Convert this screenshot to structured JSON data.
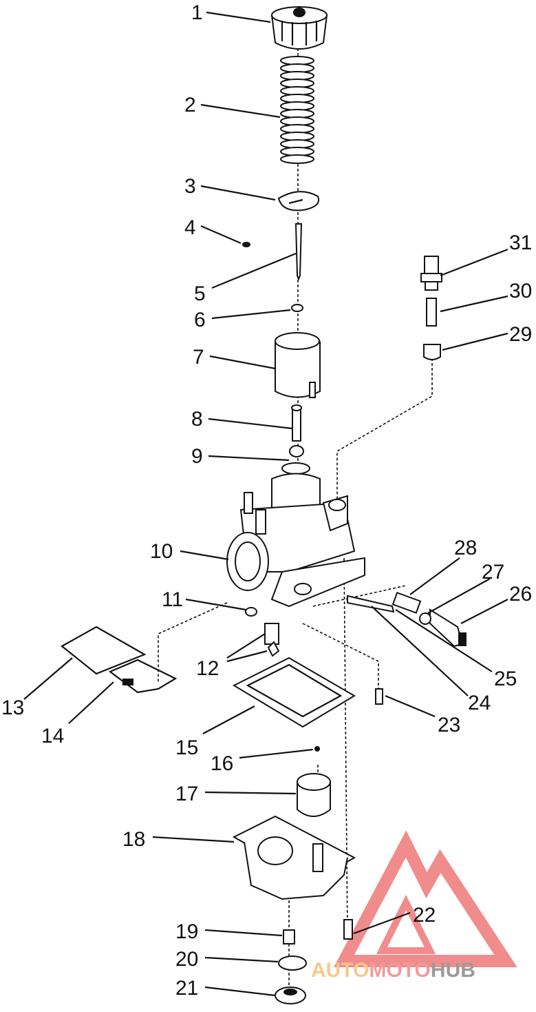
{
  "diagram": {
    "callouts": [
      "1",
      "2",
      "3",
      "4",
      "5",
      "6",
      "7",
      "8",
      "9",
      "10",
      "11",
      "12",
      "13",
      "14",
      "15",
      "16",
      "17",
      "18",
      "19",
      "20",
      "21",
      "22",
      "23",
      "24",
      "25",
      "26",
      "27",
      "28",
      "29",
      "30",
      "31"
    ]
  },
  "watermark": {
    "part1": "AUTO",
    "part2": "MOTO",
    "part3": "HUB",
    "colors": {
      "auto": "#f7c98a",
      "moto": "#f29a9a",
      "hub": "#9a9a9a",
      "triangle": "#f08080"
    }
  }
}
